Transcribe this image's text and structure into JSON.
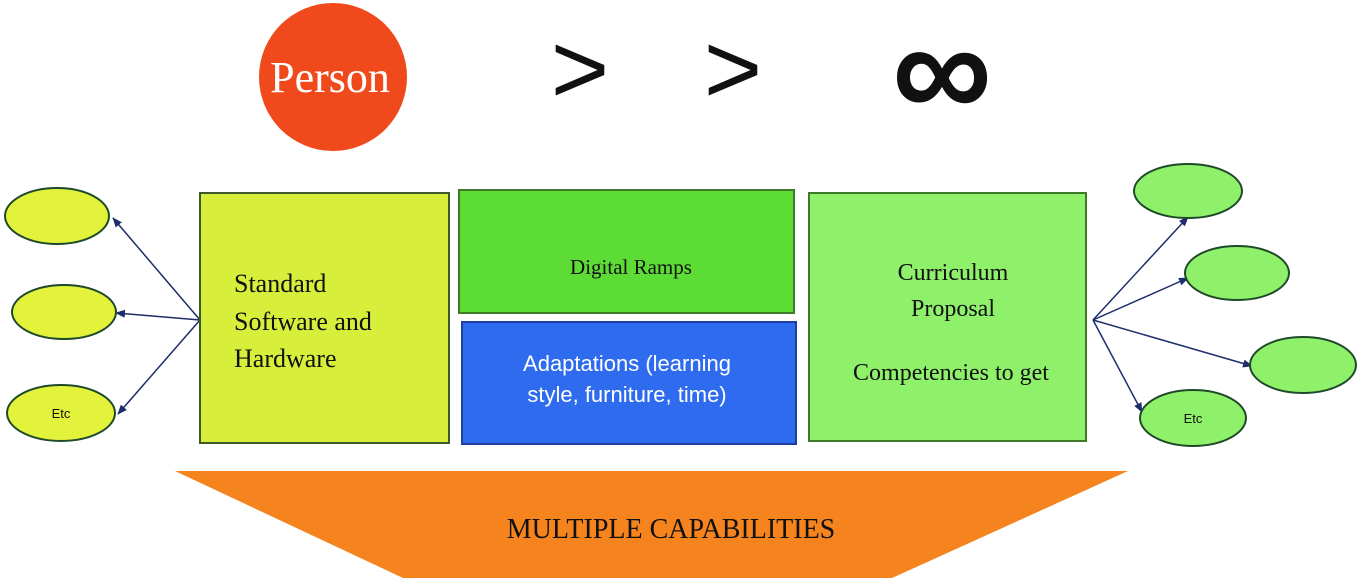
{
  "header": {
    "person_label": "Person",
    "symbols": [
      ">",
      ">",
      "∞"
    ]
  },
  "boxes": {
    "left": {
      "lines": [
        "Standard",
        "Software and",
        "Hardware"
      ]
    },
    "middle_top": {
      "lines": [
        "Digital Ramps"
      ]
    },
    "middle_bottom": {
      "lines": [
        "Adaptations (learning",
        "style, furniture, time)"
      ]
    },
    "right": {
      "lines": [
        "Curriculum",
        "Proposal",
        "",
        "Competencies to get"
      ]
    }
  },
  "left_ovals": [
    "",
    "",
    "Etc"
  ],
  "right_ovals": [
    "",
    "",
    "",
    "Etc"
  ],
  "banner": {
    "label": "MULTIPLE CAPABILITIES"
  },
  "colors": {
    "person_circle": "#f04a1c",
    "left_box": "#d7ef3a",
    "middle_top_box": "#5cdc35",
    "middle_bottom_box": "#2f6bef",
    "right_box": "#8ff06a",
    "oval_fill": "#e3f23a",
    "right_oval_fill": "#8ff06a",
    "banner": "#f5841f",
    "arrow": "#1e2d6b"
  }
}
